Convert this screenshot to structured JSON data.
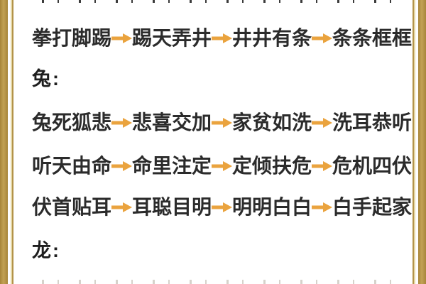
{
  "colors": {
    "arrow": "#EAA33E",
    "border_gold_dark": "#A8853A",
    "border_gold_light": "#C2A255",
    "text": "#2B2B2B"
  },
  "headings": {
    "rabbit": "兔:",
    "dragon": "龙:"
  },
  "chains": [
    {
      "idioms": [
        "拳打脚踢",
        "踢天弄井",
        "井井有条",
        "条条框框"
      ]
    },
    {
      "idioms": [
        "兔死狐悲",
        "悲喜交加",
        "家贫如洗",
        "洗耳恭听"
      ]
    },
    {
      "idioms": [
        "听天由命",
        "命里注定",
        "定倾扶危",
        "危机四伏"
      ]
    },
    {
      "idioms": [
        "伏首贴耳",
        "耳聪目明",
        "明明白白",
        "白手起家"
      ]
    }
  ]
}
